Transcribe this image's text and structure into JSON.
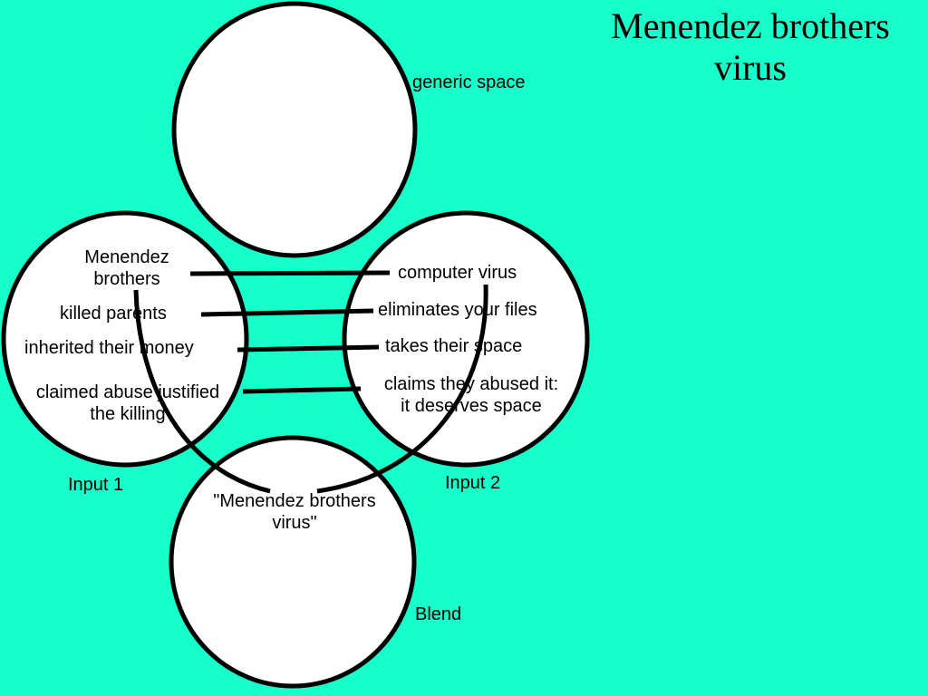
{
  "title_line1": "Menendez brothers",
  "title_line2": "virus",
  "spaces": {
    "generic": "generic space",
    "input1": "Input 1",
    "input2": "Input 2",
    "blend": "Blend"
  },
  "input1_items": [
    "Menendez",
    "brothers",
    "killed parents",
    "inherited their money",
    "claimed abuse justified",
    "the killing"
  ],
  "input2_items": [
    "computer virus",
    "eliminates your files",
    "takes their space",
    "claims they abused it:",
    "it deserves space"
  ],
  "blend_label": {
    "line1": "\"Menendez brothers",
    "line2": "virus\""
  },
  "colors": {
    "background": "#17ffca",
    "circle_fill": "#ffffff",
    "stroke": "#000000"
  }
}
